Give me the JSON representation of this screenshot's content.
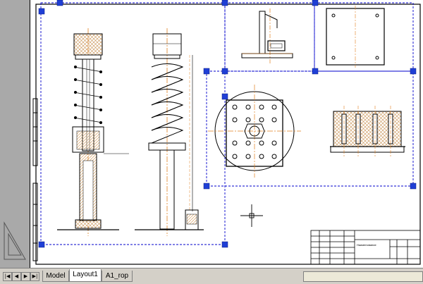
{
  "app": {
    "title_block": {
      "name_line": "Наименование"
    }
  },
  "tabs": [
    {
      "label": "Model",
      "active": false
    },
    {
      "label": "Layout1",
      "active": true
    },
    {
      "label": "A1_rop",
      "active": false
    }
  ],
  "nav_buttons": [
    {
      "icon": "first-tab-icon",
      "glyph": "|◀"
    },
    {
      "icon": "prev-tab-icon",
      "glyph": "◀"
    },
    {
      "icon": "next-tab-icon",
      "glyph": "▶"
    },
    {
      "icon": "last-tab-icon",
      "glyph": "▶|"
    }
  ],
  "colors": {
    "paper": "#ffffff",
    "workspace": "#a9a9a9",
    "viewport_border": "#0000cc",
    "grip": "#1f3fd6",
    "hatch": "#d8a060",
    "centerline": "#e08020",
    "geometry": "#000000",
    "tab_bar": "#d4d0c8"
  }
}
